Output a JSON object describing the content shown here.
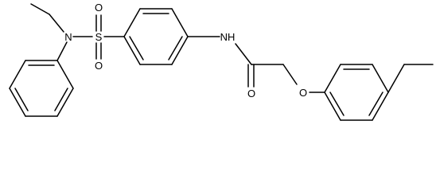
{
  "molecule": {
    "atoms": {
      "s": "S",
      "o_top": "O",
      "o_bottom": "O",
      "n_sulfonamide": "N",
      "nh": "NH",
      "o_carbonyl": "O",
      "o_ether": "O"
    }
  }
}
